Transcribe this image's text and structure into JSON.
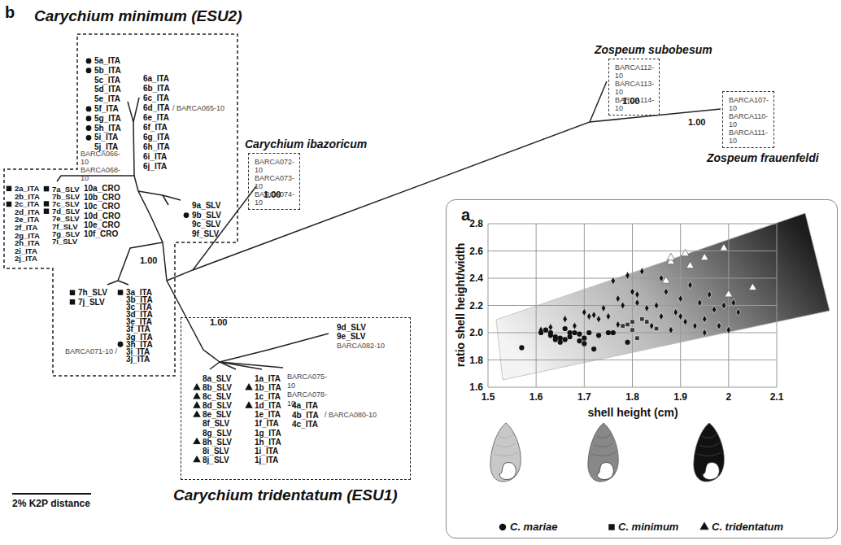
{
  "diagram": {
    "nodes": [
      {
        "text": [
          "Carychium minimum (ESU2)",
          "5a_ITA 5b_ITA 5c_ITA 5d_ITA 5e_ITA 5f_ITA 5g_ITA 5h_ITA 5i_ITA 5j_ITA",
          "BARCA066-10 BARCA068-10",
          "6a_ITA 6b_ITA 6c_ITA 6d_ITA 6e_ITA 6f_ITA 6g_ITA 6h_ITA 6i_ITA 6j_ITA",
          "/ BARCA065-10",
          "10a_CRO 10b_CRO 10c_CRO 10d_CRO 10e_CRO 10f_CRO",
          "9a_SLV 9b_SLV 9c_SLV 9f_SLV",
          "2a_ITA 2b_ITA 2c_ITA 2d_ITA 2e_ITA 2f_ITA 2g_ITA 2h_ITA 2i_ITA 2j_ITA",
          "7a_SLV 7b_SLV 7c_SLV 7d_SLV 7e_SLV 7f_SLV 7g_SLV 7i_SLV",
          "7h_SLV 7j_SLV",
          "3a_ITA 3b_ITA 3c_ITA 3d_ITA 3e_ITA 3f_ITA 3g_ITA 3h_ITA 3i_ITA 3j_ITA",
          "BARCA071-10 /"
        ]
      },
      {
        "text": [
          "Carychium ibazoricum",
          "BARCA072-10 BARCA073-10 BARCA074-10"
        ]
      },
      {
        "text": [
          "Zospeum subobesum",
          "BARCA112-10 BARCA113-10 BARCA114-10"
        ]
      },
      {
        "text": [
          "Zospeum frauenfeldi",
          "BARCA107-10 BARCA110-10 BARCA111-10"
        ]
      },
      {
        "text": [
          "Carychium tridentatum (ESU1)",
          "9d_SLV 9e_SLV",
          "BARCA082-10",
          "8a_SLV 8b_SLV 8c_SLV 8d_SLV 8e_SLV 8f_SLV 8g_SLV 8h_SLV 8i_SLV 8j_SLV",
          "1a_ITA 1b_ITA 1c_ITA 1d_ITA 1e_ITA 1f_ITA 1g_ITA 1h_ITA 1i_ITA 1j_ITA",
          "BARCA075-10 BARCA078-10",
          "4a_ITA 4b_ITA 4c_ITA",
          "/ BARCA080-10"
        ]
      },
      {
        "text": [
          "a"
        ]
      }
    ],
    "labels": [
      "b",
      "1.00",
      "1.00",
      "1.00",
      "1.00",
      "1.00",
      "2% K2P distance",
      "1.5",
      "1.6",
      "1.7",
      "1.8",
      "1.9",
      "2",
      "2.1",
      "2.8",
      "2.6",
      "2.4",
      "2.2",
      "2.0",
      "1.8",
      "1.6",
      "shell height (cm)",
      "ratio shell height/width"
    ],
    "legend": [
      {
        "text": "C. mariae"
      },
      {
        "text": "C. minimum"
      },
      {
        "text": "C. tridentatum"
      }
    ]
  }
}
